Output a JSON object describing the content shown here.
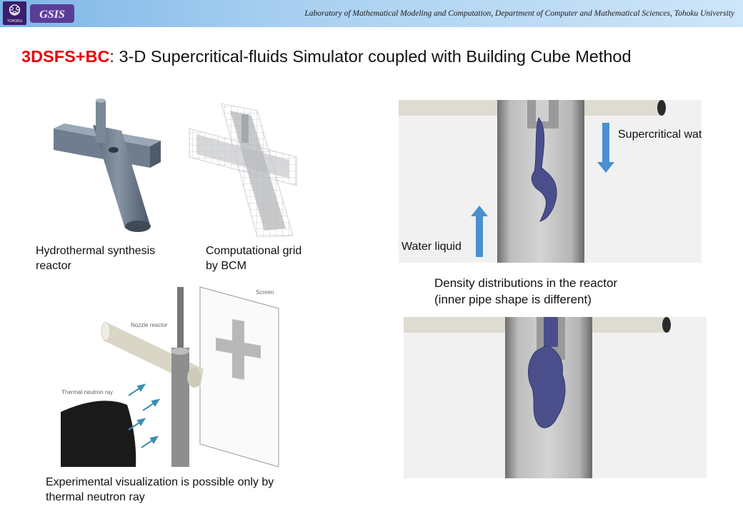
{
  "header": {
    "lab_text": "Laboratory of Mathematical Modeling and Computation, Department of Computer and Mathematical Sciences, Tohoku University",
    "tohoku_logo_text": "TOHOKU",
    "gsis_logo_text": "GSIS",
    "colors": {
      "bar_start": "#7db6e6",
      "bar_end": "#cfe5f8",
      "logo_purple": "#3a1d6e"
    }
  },
  "slide": {
    "title_acronym": "3DSFS+BC",
    "title_rest": ": 3-D Supercritical-fluids Simulator coupled with Building Cube Method",
    "accent_color": "#e8000a"
  },
  "captions": {
    "reactor_line1": "Hydrothermal synthesis",
    "reactor_line2": "reactor",
    "grid_line1": "Computational grid",
    "grid_line2": "by BCM",
    "density_line1": "Density distributions in the reactor",
    "density_line2": "(inner pipe shape is different)",
    "experiment_line1": "Experimental visualization is possible only by",
    "experiment_line2": "thermal neutron ray"
  },
  "sim_top": {
    "supercritical_label": "Supercritical water",
    "water_label": "Water liquid",
    "arrow_color": "#4a90d0"
  },
  "experiment": {
    "screen_label": "Screen",
    "nozzle_label": "Nozzle reactor",
    "ray_label": "Thermal neutron ray"
  }
}
